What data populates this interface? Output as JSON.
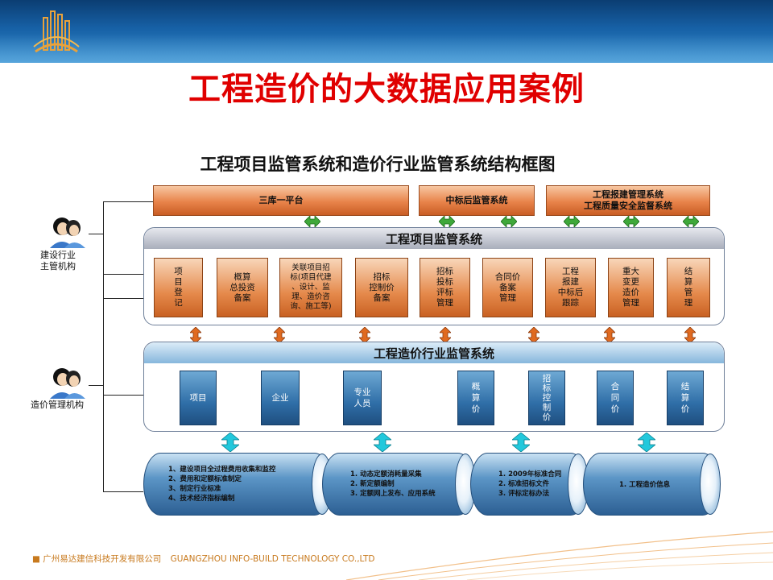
{
  "slide": {
    "title": "工程造价的大数据应用案例",
    "footer_company_cn": "广州易达建信科技开发有限公司",
    "footer_company_en": "GUANGZHOU INFO-BUILD TECHNOLOGY CO.,LTD"
  },
  "diagram": {
    "title": "工程项目监管系统和造价行业监管系统结构框图",
    "actors": [
      {
        "label_lines": [
          "建设行业",
          "主管机构"
        ]
      },
      {
        "label_lines": [
          "造价管理机构"
        ]
      }
    ],
    "top_boxes": [
      {
        "label_lines": [
          "三库一平台"
        ]
      },
      {
        "label_lines": [
          "中标后监管系统"
        ]
      },
      {
        "label_lines": [
          "工程报建管理系统",
          "工程质量安全监督系统"
        ]
      }
    ],
    "project_system": {
      "title": "工程项目监管系统",
      "modules": [
        {
          "label_lines": [
            "项",
            "目",
            "登",
            "记"
          ]
        },
        {
          "label_lines": [
            "概算",
            "总投资",
            "备案"
          ]
        },
        {
          "label_lines": [
            "关联项目招",
            "标(项目代建",
            "、设计、监",
            "理、造价咨",
            "询、施工等)"
          ]
        },
        {
          "label_lines": [
            "招标",
            "控制价",
            "备案"
          ]
        },
        {
          "label_lines": [
            "招标",
            "投标",
            "评标",
            "管理"
          ]
        },
        {
          "label_lines": [
            "合同价",
            "备案",
            "管理"
          ]
        },
        {
          "label_lines": [
            "工程",
            "报建",
            "中标后",
            "跟踪"
          ]
        },
        {
          "label_lines": [
            "重大",
            "变更",
            "造价",
            "管理"
          ]
        },
        {
          "label_lines": [
            "结",
            "算",
            "管",
            "理"
          ]
        }
      ]
    },
    "cost_system": {
      "title": "工程造价行业监管系统",
      "modules": [
        {
          "label_lines": [
            "项目"
          ]
        },
        {
          "label_lines": [
            "企业"
          ]
        },
        {
          "label_lines": [
            "专业",
            "人员"
          ]
        },
        {
          "label_lines": [
            "概",
            "算",
            "价"
          ]
        },
        {
          "label_lines": [
            "招",
            "标",
            "控",
            "制",
            "价"
          ]
        },
        {
          "label_lines": [
            "合",
            "同",
            "价"
          ]
        },
        {
          "label_lines": [
            "结",
            "算",
            "价"
          ]
        }
      ]
    },
    "databases": [
      {
        "lines": [
          "1、建设项目全过程费用收集和监控",
          "2、费用和定额标准制定",
          "3、制定行业标准",
          "4、技术经济指标编制"
        ]
      },
      {
        "lines": [
          "1. 动态定额消耗量采集",
          "2. 新定额编制",
          "3. 定额网上发布、应用系统"
        ]
      },
      {
        "lines": [
          "1. 2009年标准合同",
          "2. 标准招标文件",
          "3. 评标定标办法"
        ]
      },
      {
        "lines": [
          "1. 工程造价信息"
        ]
      }
    ],
    "colors": {
      "orange_top": "#f7c7a2",
      "orange_bottom": "#c95d24",
      "blue_module": "#2f6ea7",
      "green_arrow": "#3fa83a",
      "orange_arrow": "#e06a20",
      "cyan_arrow": "#22c8dc",
      "title_red": "#e00000"
    }
  }
}
